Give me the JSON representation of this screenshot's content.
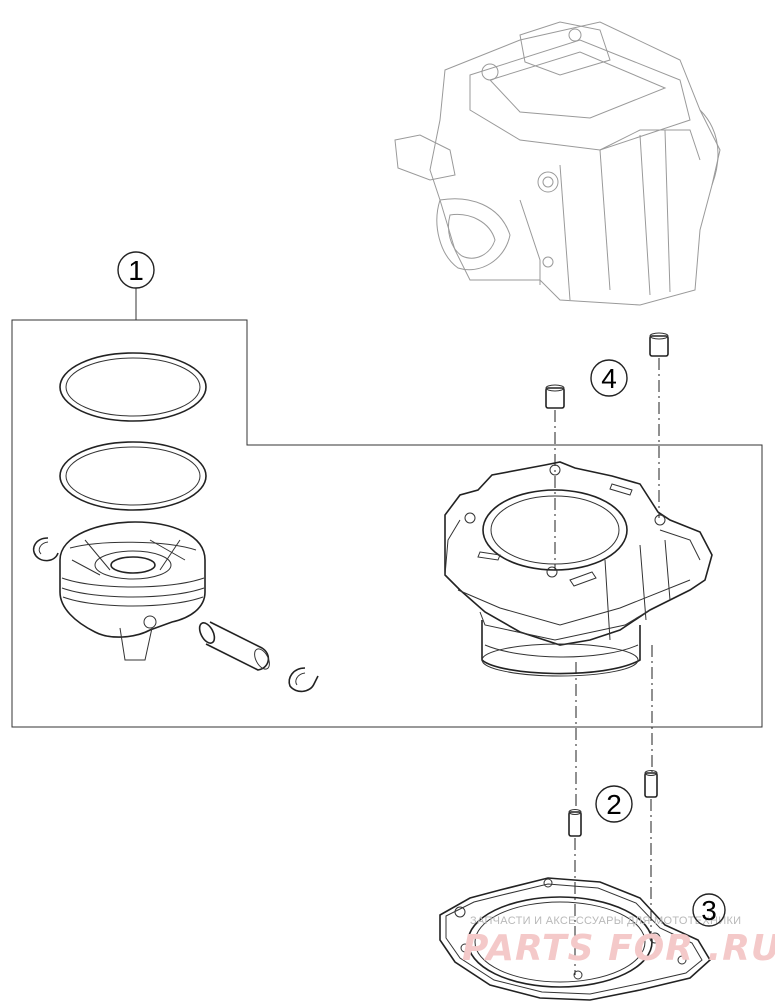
{
  "callouts": [
    {
      "id": "1",
      "label": "1"
    },
    {
      "id": "2",
      "label": "2"
    },
    {
      "id": "3",
      "label": "3"
    },
    {
      "id": "4",
      "label": "4"
    }
  ],
  "watermark": {
    "line1": "ЗАПЧАСТИ И АКСЕССУАРЫ ДЛЯ МОТОТЕХНИКИ",
    "logo": "PARTS FOR .RU"
  }
}
